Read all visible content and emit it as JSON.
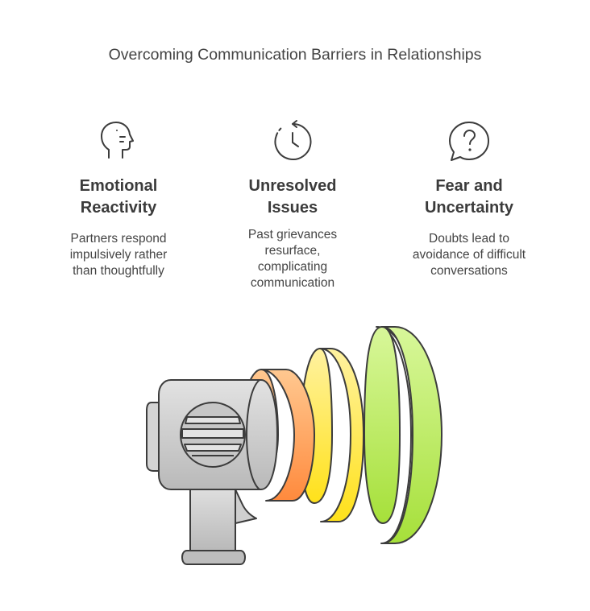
{
  "title": "Overcoming Communication Barriers in Relationships",
  "columns": [
    {
      "heading_lines": [
        "Emotional",
        "Reactivity"
      ],
      "desc_lines": [
        "Partners respond",
        "impulsively rather",
        "than thoughtfully"
      ],
      "icon": "head-speaking-icon"
    },
    {
      "heading_lines": [
        "Unresolved",
        "Issues"
      ],
      "desc_lines": [
        "Past grievances",
        "resurface,",
        "complicating",
        "communication"
      ],
      "icon": "clock-history-icon"
    },
    {
      "heading_lines": [
        "Fear and",
        "Uncertainty"
      ],
      "desc_lines": [
        "Doubts lead to",
        "avoidance of difficult",
        "conversations"
      ],
      "icon": "question-bubble-icon"
    }
  ],
  "illustration": {
    "icon": "megaphone-sound-waves",
    "colors": {
      "body": "#cfcfcf",
      "outline": "#3c3c3c",
      "wave_orange": "#ff9e5a",
      "wave_yellow": "#ffe95c",
      "wave_green": "#b6ea55"
    }
  }
}
